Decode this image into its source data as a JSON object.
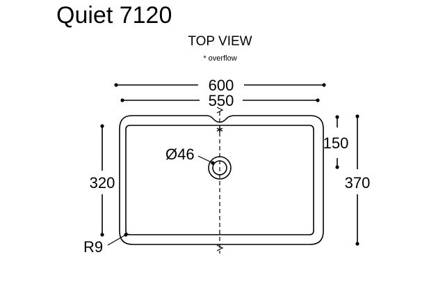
{
  "header": {
    "title": "Quiet 7120",
    "view": "TOP VIEW",
    "note": "* overflow"
  },
  "drawing": {
    "overflow_mark": "*",
    "dimensions": {
      "overall_width": "600",
      "inner_width": "550",
      "inner_depth": "320",
      "overall_depth": "370",
      "drain_offset": "150",
      "drain_diameter": "Ø46",
      "corner_radius": "R9"
    }
  }
}
